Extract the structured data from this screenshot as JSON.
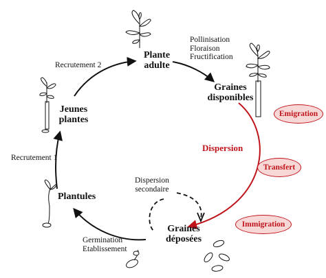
{
  "stages": {
    "adult": [
      "Plante",
      "adulte"
    ],
    "seeds_available": [
      "Graines",
      "disponibles"
    ],
    "young": [
      "Jeunes",
      "plantes"
    ],
    "seedlings": "Plantules",
    "seeds_deposited": [
      "Graines",
      "déposées"
    ]
  },
  "processes": {
    "recruitment_2": "Recrutement 2",
    "recruitment_1": "Recrutement 1",
    "reproduction": [
      "Pollinisation",
      "Floraison",
      "Fructification"
    ],
    "dispersal": "Dispersion",
    "secondary_dispersal": [
      "Dispersion",
      "secondaire"
    ],
    "germination": [
      "Germination",
      "Etablissement"
    ]
  },
  "flows": {
    "emigration": "Emigration",
    "transfer": "Transfert",
    "immigration": "Immigration"
  },
  "colors": {
    "accent": "#c0141b",
    "pill_fill": "#f8d7d7",
    "ink": "#111111"
  }
}
